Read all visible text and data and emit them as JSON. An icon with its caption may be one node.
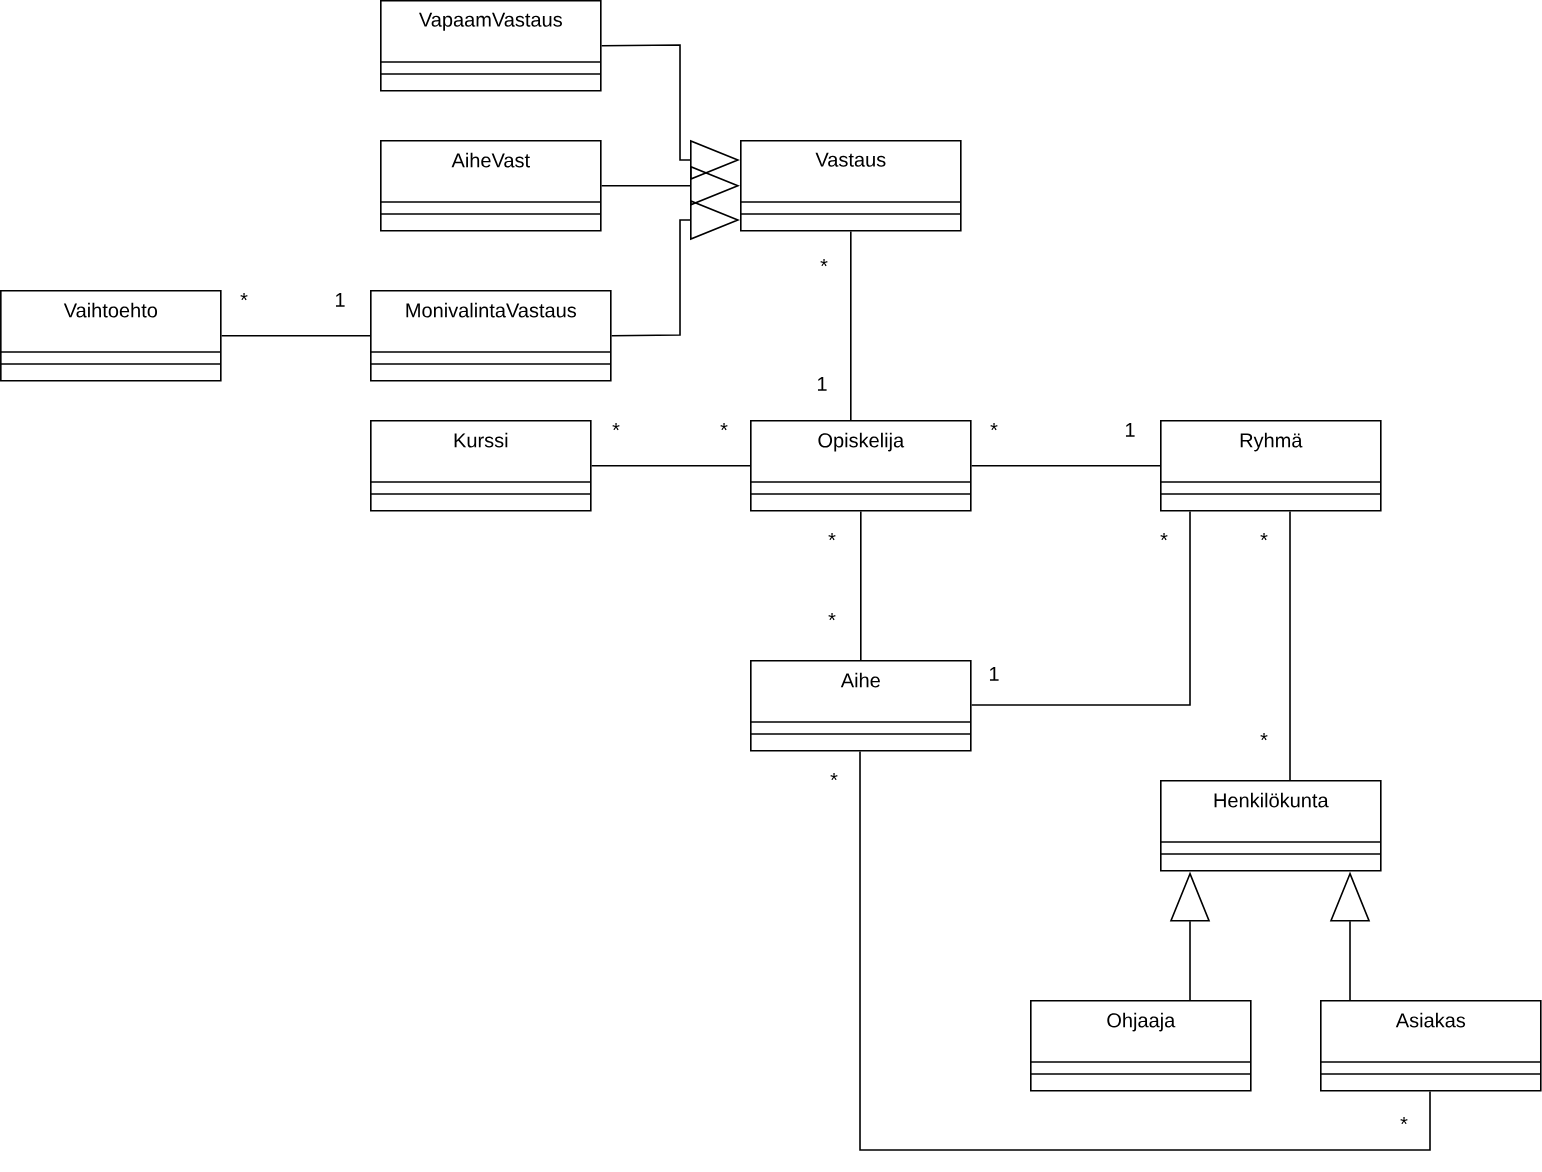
{
  "diagram": {
    "nodes": [
      {
        "text": [
          "VapaamVastaus"
        ]
      },
      {
        "text": [
          "AiheVast"
        ]
      },
      {
        "text": [
          "Vastaus"
        ]
      },
      {
        "text": [
          "Vaihtoehto"
        ]
      },
      {
        "text": [
          "MonivalintaVastaus"
        ]
      },
      {
        "text": [
          "Kurssi"
        ]
      },
      {
        "text": [
          "Opiskelija"
        ]
      },
      {
        "text": [
          "Ryhmä"
        ]
      },
      {
        "text": [
          "Aihe"
        ]
      },
      {
        "text": [
          "Henkilökunta"
        ]
      },
      {
        "text": [
          "Ohjaaja"
        ]
      },
      {
        "text": [
          "Asiakas"
        ]
      }
    ],
    "edges": [
      {
        "from": 0,
        "to": 2,
        "arrow": "to"
      },
      {
        "from": 1,
        "to": 2,
        "arrow": "to"
      },
      {
        "from": 4,
        "to": 2,
        "arrow": "to"
      },
      {
        "from": 3,
        "to": 4,
        "arrow": "none"
      },
      {
        "from": 2,
        "to": 6,
        "arrow": "none"
      },
      {
        "from": 5,
        "to": 6,
        "arrow": "none"
      },
      {
        "from": 6,
        "to": 7,
        "arrow": "none"
      },
      {
        "from": 6,
        "to": 8,
        "arrow": "none"
      },
      {
        "from": 7,
        "to": 8,
        "arrow": "none"
      },
      {
        "from": 7,
        "to": 9,
        "arrow": "none"
      },
      {
        "from": 10,
        "to": 9,
        "arrow": "to"
      },
      {
        "from": 11,
        "to": 9,
        "arrow": "to"
      },
      {
        "from": 8,
        "to": 11,
        "arrow": "none"
      }
    ],
    "labels": [
      "*",
      "1",
      "*",
      "1",
      "*",
      "*",
      "*",
      "1",
      "*",
      "*",
      "*",
      "*",
      "1",
      "*",
      "*",
      "*"
    ]
  }
}
